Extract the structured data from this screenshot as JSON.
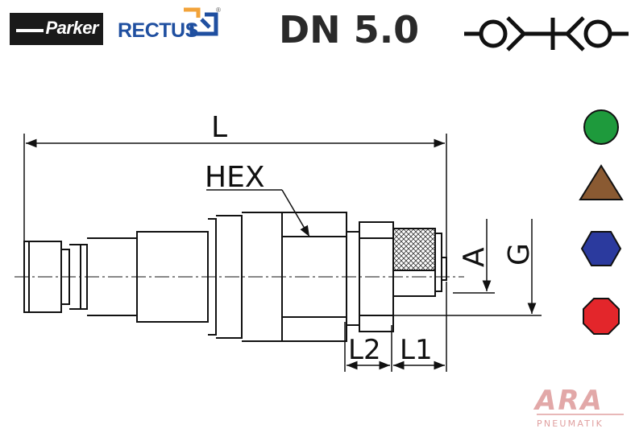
{
  "brands": {
    "parker": "Parker",
    "rectus": "RECTUS",
    "rectus_reg": "®"
  },
  "title": "DN 5.0",
  "dimensions": {
    "L": "L",
    "HEX": "HEX",
    "A": "A",
    "G": "G",
    "L1": "L1",
    "L2": "L2"
  },
  "legend_shapes": [
    {
      "shape": "circle",
      "color": "#1e9a3c"
    },
    {
      "shape": "triangle",
      "color": "#8a5a32"
    },
    {
      "shape": "hexagon",
      "color": "#2b3a9e"
    },
    {
      "shape": "octagon",
      "color": "#e3262b"
    }
  ],
  "watermark": {
    "name": "ARA",
    "sub": "PNEUMATIK"
  },
  "colors": {
    "line": "#111111",
    "rectus_blue": "#1f4fa0",
    "rectus_orange": "#f2a33a"
  }
}
